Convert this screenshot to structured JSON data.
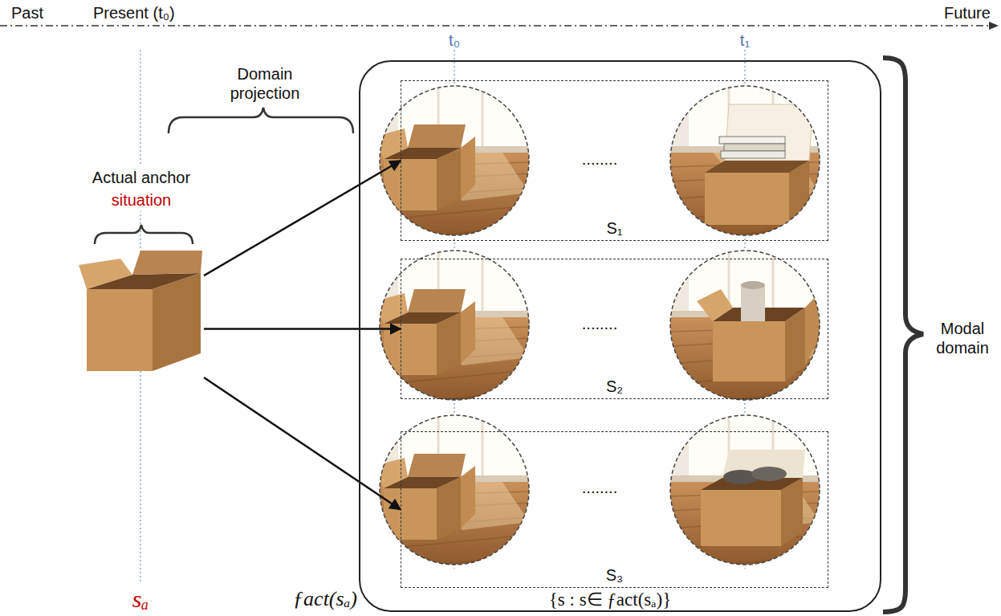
{
  "diagram": {
    "nodes": [
      {
        "text": [
          "Actual anchor",
          "situation"
        ]
      },
      {
        "text": [
          "Modal domain"
        ]
      },
      {
        "text": [
          "S₁"
        ],
        "in": 1
      },
      {
        "text": [
          "S₂"
        ],
        "in": 1
      },
      {
        "text": [
          "S₃"
        ],
        "in": 1
      }
    ],
    "edges": [
      {
        "from": 0,
        "to": 2,
        "arrow": "to"
      },
      {
        "from": 0,
        "to": 3,
        "arrow": "to"
      },
      {
        "from": 0,
        "to": 4,
        "arrow": "to"
      }
    ],
    "labels": [
      "Past",
      "Present (t₀)",
      "Future",
      "t₀",
      "t₁",
      "Domain projection",
      "........",
      "........",
      "........",
      "sₐ",
      "ƒact(sₐ)",
      "{s : s∈ ƒact(sₐ)}"
    ]
  }
}
